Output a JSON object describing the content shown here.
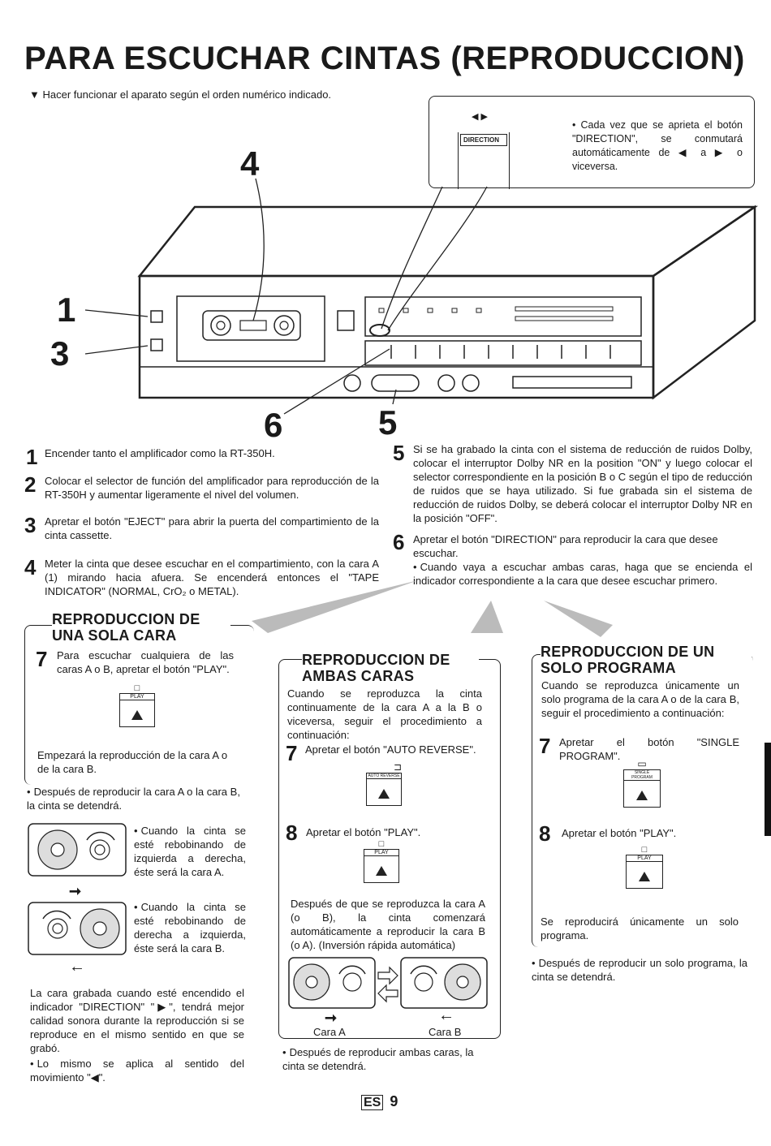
{
  "title": "PARA ESCUCHAR CINTAS (REPRODUCCION)",
  "intro": "▼ Hacer funcionar el aparato según el orden numérico indicado.",
  "callout": {
    "arrows": "◀ ▶",
    "button_label": "DIRECTION",
    "text": "• Cada vez que se aprieta el botón \"DIRECTION\", se conmutará automáticamente de ◀ a ▶ o viceversa."
  },
  "diagram_numbers": {
    "n4": "4",
    "n1": "1",
    "n3": "3",
    "n6": "6",
    "n5": "5"
  },
  "steps_left": [
    {
      "n": "1",
      "text": "Encender tanto el amplificador como la RT-350H."
    },
    {
      "n": "2",
      "text": "Colocar el selector de función del amplificador para reproducción de la RT-350H y aumentar ligeramente el nivel del volumen."
    },
    {
      "n": "3",
      "text": "Apretar el botón \"EJECT\" para abrir la puerta del compartimiento de la cinta cassette."
    },
    {
      "n": "4",
      "text": "Meter la cinta que desee escuchar en el compartimiento, con la cara A (1) mirando hacia afuera. Se encenderá entonces el \"TAPE INDICATOR\" (NORMAL, CrO₂ o METAL)."
    }
  ],
  "steps_right": [
    {
      "n": "5",
      "text": "Si se ha grabado la cinta con el sistema de reducción de ruidos Dolby, colocar el interruptor Dolby NR en la position \"ON\" y luego colocar el selector correspondiente en la posición B o C según el tipo de reducción de ruidos que se haya utilizado. Si fue grabada sin el sistema de reducción de ruidos Dolby, se deberá colocar el interruptor Dolby NR en la posición \"OFF\"."
    },
    {
      "n": "6",
      "text": "Apretar el botón \"DIRECTION\" para reproducir la cara que desee escuchar.",
      "bullet": "Cuando vaya a escuchar ambas caras, haga que se encienda el indicador correspondiente a la cara que desee escuchar primero."
    }
  ],
  "col1": {
    "heading": "REPRODUCCION DE UNA SOLA CARA",
    "step7_n": "7",
    "step7_text": "Para escuchar cualquiera de las caras A o B, apretar el botón \"PLAY\".",
    "btn_symbol": "□",
    "btn_label": "PLAY",
    "start_text": "Empezará la reproducción de la cara A o de la cara B.",
    "after": "Después de reproducir la cara A o la cara B, la cinta se detendrá.",
    "rewind_a": "Cuando la cinta se esté rebobinando de izquierda a derecha, éste será la cara A.",
    "rewind_b": "Cuando la cinta se esté rebobinando de derecha a izquierda, éste será la cara B.",
    "arrow_right": "➞",
    "arrow_left": "←",
    "note": "La cara grabada cuando esté encendido el indicador \"DIRECTION\" \"▶\", tendrá mejor calidad sonora durante la reproducción si se reproduce en el mismo sentido en que se grabó.",
    "note2": "Lo mismo se aplica al sentido del movimiento \"◀\"."
  },
  "col2": {
    "heading": "REPRODUCCION DE AMBAS CARAS",
    "intro": "Cuando se reproduzca la cinta continuamente de la cara A a la B o viceversa, seguir el procedimiento a continuación:",
    "step7_n": "7",
    "step7_text": "Apretar el botón \"AUTO REVERSE\".",
    "btn7_symbol": "⊐",
    "btn7_label": "AUTO REVERSE",
    "step8_n": "8",
    "step8_text": "Apretar el botón \"PLAY\".",
    "btn8_symbol": "□",
    "btn8_label": "PLAY",
    "after_text": "Después de que se reproduzca la cara A (o B), la cinta comenzará automáticamente a reproducir la cara B (o A). (Inversión rápida automática)",
    "cara_a": "Cara A",
    "cara_b": "Cara B",
    "arrow_right": "➞",
    "arrow_left": "←",
    "after": "Después de reproducir ambas caras, la cinta se detendrá."
  },
  "col3": {
    "heading": "REPRODUCCION DE UN SOLO PROGRAMA",
    "intro": "Cuando se reproduzca únicamente un solo programa de la cara A o de la cara B, seguir el procedimiento a continuación:",
    "step7_n": "7",
    "step7_text": "Apretar el botón \"SINGLE PROGRAM\".",
    "btn7_symbol": "▭",
    "btn7_label": "SINGLE PROGRAM",
    "step8_n": "8",
    "step8_text": "Apretar el botón \"PLAY\".",
    "btn8_symbol": "□",
    "btn8_label": "PLAY",
    "result": "Se reproducirá únicamente un solo programa.",
    "after": "Después de reproducir un solo programa, la cinta se detendrá."
  },
  "footer": {
    "lang": "ES",
    "page": "9"
  }
}
